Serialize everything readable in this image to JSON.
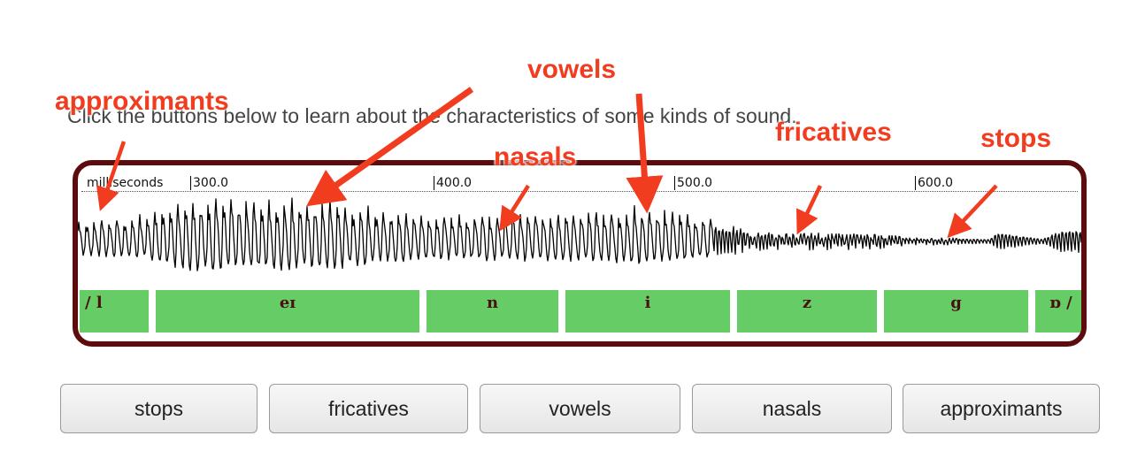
{
  "intro_text": "Click the buttons below to learn about the characteristics of some kinds of sound.",
  "waveform": {
    "unit_label": "milliseconds",
    "ticks": [
      "300.0",
      "400.0",
      "500.0",
      "600.0"
    ],
    "segments": [
      "/ l",
      "eɪ",
      "n",
      "i",
      "z",
      "g",
      "ɒ /"
    ]
  },
  "annotations": [
    "approximants",
    "vowels",
    "nasals",
    "fricatives",
    "stops"
  ],
  "buttons": [
    "stops",
    "fricatives",
    "vowels",
    "nasals",
    "approximants"
  ],
  "colors": {
    "panel_border": "#5c0c0c",
    "segment_fill": "#66cc66",
    "annotation": "#f23c1f"
  }
}
